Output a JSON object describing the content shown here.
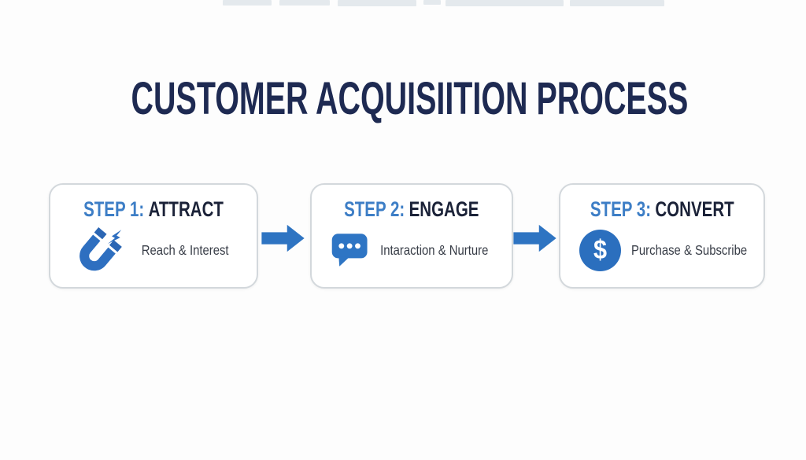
{
  "title": {
    "text": "CUSTOMER ACQUISIITION PROCESS"
  },
  "steps": [
    {
      "step_label": "STEP 1:",
      "name": "ATTRACT",
      "description": "Reach & Interest",
      "icon": "magnet-icon"
    },
    {
      "step_label": "STEP 2:",
      "name": "ENGAGE",
      "description": "Intaraction & Nurture",
      "icon": "chat-bubble-icon"
    },
    {
      "step_label": "STEP 3:",
      "name": "CONVERT",
      "description": "Purchase & Subscribe",
      "icon": "dollar-circle-icon"
    }
  ],
  "icons": {
    "dollar_glyph": "$"
  },
  "colors": {
    "title_navy": "#1e2a52",
    "step_label_blue": "#3d7ec6",
    "step_name_navy": "#1b2238",
    "description_gray": "#383d47",
    "icon_arrow_blue": "#2e74c2",
    "box_border": "#d3d8dc",
    "background": "#fdfdfd",
    "top_fragment": "#e4e9ed"
  }
}
